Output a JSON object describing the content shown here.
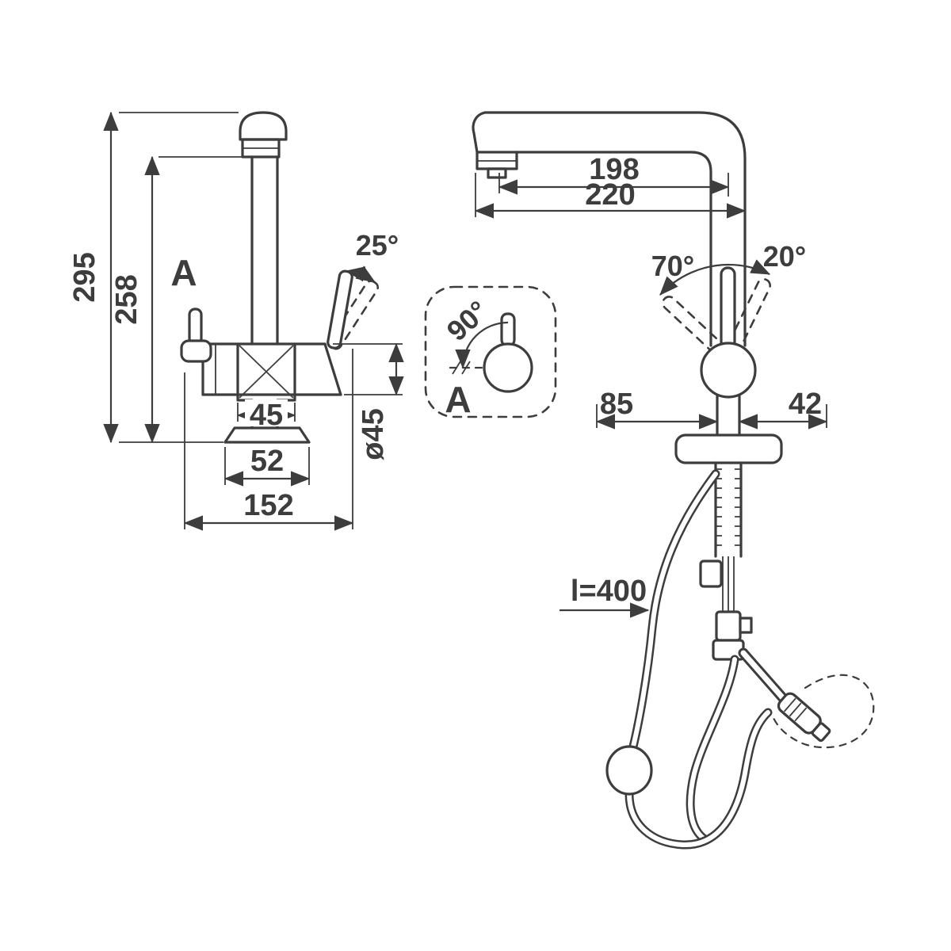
{
  "meta": {
    "drawing_type": "faucet dimensional technical drawing",
    "line_color": "#3d3d3d",
    "background_color": "#ffffff"
  },
  "front_view": {
    "overall_height": "295",
    "spout_height": "258",
    "section_label": "A",
    "handle_angle": "25°",
    "body_width": "45",
    "body_diameter": "ø45",
    "base_width": "52",
    "overall_width": "152"
  },
  "detail_view": {
    "rotation_angle": "90°",
    "section_label": "A"
  },
  "side_view": {
    "spout_reach": "198",
    "overall_reach": "220",
    "handle_swing_back": "70°",
    "handle_swing_front": "20°",
    "offset_left": "85",
    "offset_right": "42",
    "hose_length": "l=400"
  }
}
